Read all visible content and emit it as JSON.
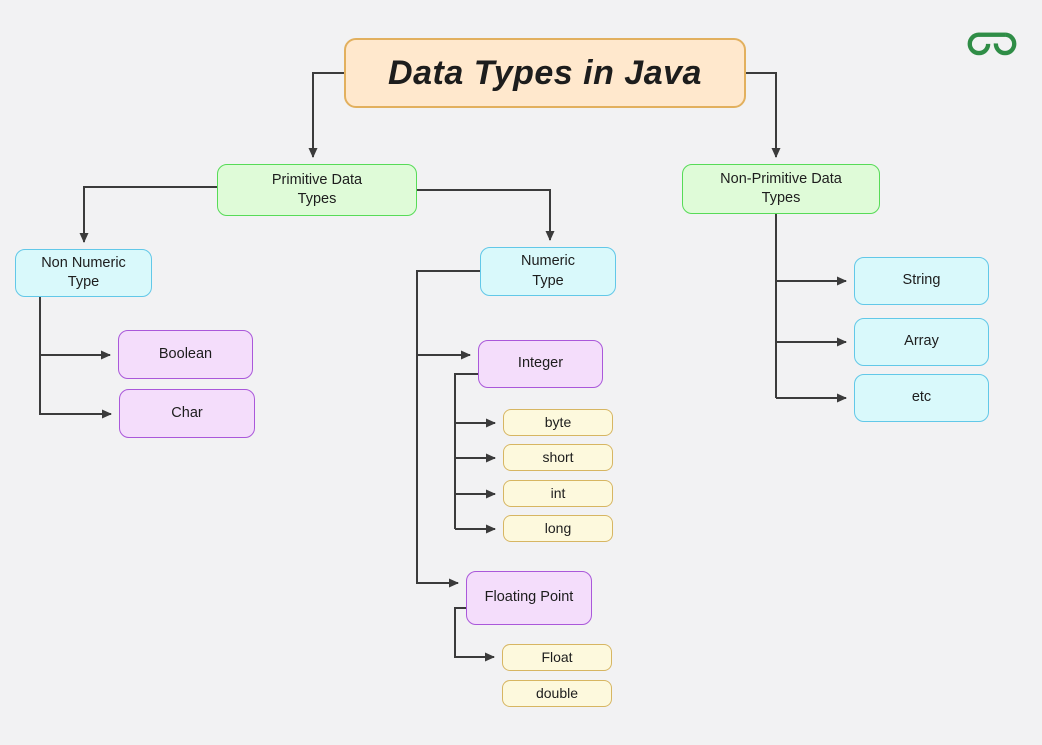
{
  "palette": {
    "background": "#F2F2F3",
    "text": "#1D1D1D",
    "connector": "#3B3B3B",
    "title_fill": "#FFE8CD",
    "title_border": "#E2B05E",
    "green_fill": "#DFFBD8",
    "green_border": "#57DB57",
    "cyan_fill": "#D9F9FB",
    "cyan_border": "#62C8E8",
    "purple_fill": "#F4DDFB",
    "purple_border": "#AA58DA",
    "yellow_fill": "#FDF9DD",
    "yellow_border": "#D7B662",
    "logo_green": "#2F8D46"
  },
  "logo": {
    "icon": "geeksforgeeks-logo"
  },
  "diagram": {
    "title": {
      "label": "Data Types in Java"
    },
    "nodes": {
      "primitive": {
        "lines": [
          "Primitive Data",
          "Types"
        ]
      },
      "nonprimitive": {
        "lines": [
          "Non-Primitive Data",
          "Types"
        ]
      },
      "non_numeric": {
        "lines": [
          "Non Numeric",
          "Type"
        ]
      },
      "numeric": {
        "lines": [
          "Numeric",
          "Type"
        ]
      },
      "boolean": {
        "label": "Boolean"
      },
      "char": {
        "label": "Char"
      },
      "integer": {
        "label": "Integer"
      },
      "floating_point": {
        "label": "Floating Point"
      },
      "byte": {
        "label": "byte"
      },
      "short": {
        "label": "short"
      },
      "int": {
        "label": "int"
      },
      "long": {
        "label": "long"
      },
      "float": {
        "label": "Float"
      },
      "double": {
        "label": "double"
      },
      "string": {
        "label": "String"
      },
      "array": {
        "label": "Array"
      },
      "etc": {
        "label": "etc"
      }
    }
  }
}
